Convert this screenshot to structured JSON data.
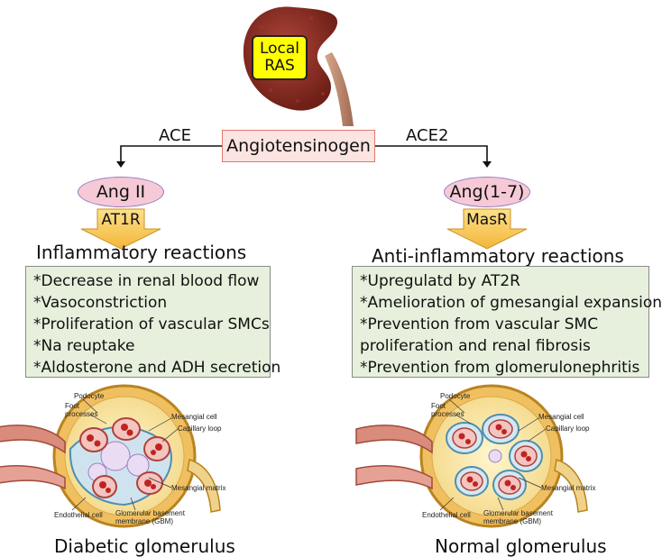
{
  "kidney": {
    "label_line1": "Local",
    "label_line2": "RAS"
  },
  "root": {
    "label": "Angiotensinogen"
  },
  "left": {
    "enzyme": "ACE",
    "product": "Ang II",
    "receptor": "AT1R",
    "heading": "Inflammatory reactions",
    "effects": [
      "*Decrease in renal blood flow",
      "*Vasoconstriction",
      "*Proliferation of vascular SMCs",
      "*Na reuptake",
      "*Aldosterone  and ADH secretion"
    ],
    "figure": {
      "labels": {
        "podocyte": "Podocyte",
        "foot": "Foot\nprocesses",
        "mesangial_cell": "Mesangial cell",
        "capillary": "Capillary loop",
        "matrix": "Mesangial matrix",
        "gbm": "Glomerular basement\nmembrane (GBM)",
        "endothelial": "Endothelial cell"
      },
      "caption": "Diabetic glomerulus"
    }
  },
  "right": {
    "enzyme": "ACE2",
    "product": "Ang(1-7)",
    "receptor": "MasR",
    "heading": "Anti-inflammatory reactions",
    "effects": [
      "*Upregulatd by AT2R",
      "*Amelioration of gmesangial expansion",
      "*Prevention from vascular SMC",
      "proliferation and renal fibrosis",
      "*Prevention from glomerulonephritis"
    ],
    "figure": {
      "labels": {
        "podocyte": "Podocyte",
        "foot": "Foot\nprocesses",
        "mesangial_cell": "Mesangial cell",
        "capillary": "Capillary loop",
        "matrix": "Mesangial matrix",
        "gbm": "Glomerular basement\nmembrane (GBM)",
        "endothelial": "Endothelial cell"
      },
      "caption": "Normal glomerulus"
    }
  },
  "colors": {
    "kidney": "#8b2e24",
    "kidney_label": "#ffff00",
    "root_box_fill": "#fbe4e1",
    "ellipse_fill": "#f5c9d6",
    "receptor_arrow": "#f7c64a",
    "effects_fill": "#e6f0dc"
  }
}
